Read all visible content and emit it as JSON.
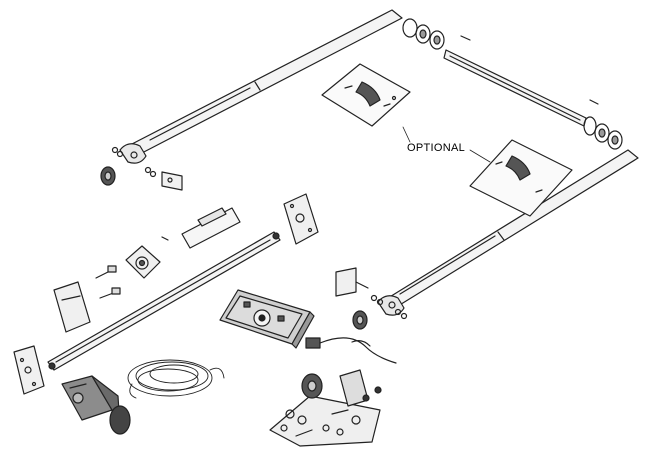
{
  "diagram": {
    "callout_label": "OPTIONAL",
    "parts": [
      {
        "name": "upper-left-arm",
        "icon": "support-arm"
      },
      {
        "name": "front-roller-tube",
        "icon": "roller-tube"
      },
      {
        "name": "upper-right-arm",
        "icon": "support-arm"
      },
      {
        "name": "lower-right-arm",
        "icon": "support-arm"
      },
      {
        "name": "optional-bracket-upper",
        "icon": "bracket-plate"
      },
      {
        "name": "optional-bracket-lower",
        "icon": "bracket-plate"
      },
      {
        "name": "drive-motor-gearbox",
        "icon": "motor"
      },
      {
        "name": "wiring-harness",
        "icon": "coiled-wire"
      },
      {
        "name": "control-switch-panel",
        "icon": "switch-plate"
      },
      {
        "name": "hardware-kit",
        "icon": "hardware-pile"
      }
    ]
  }
}
